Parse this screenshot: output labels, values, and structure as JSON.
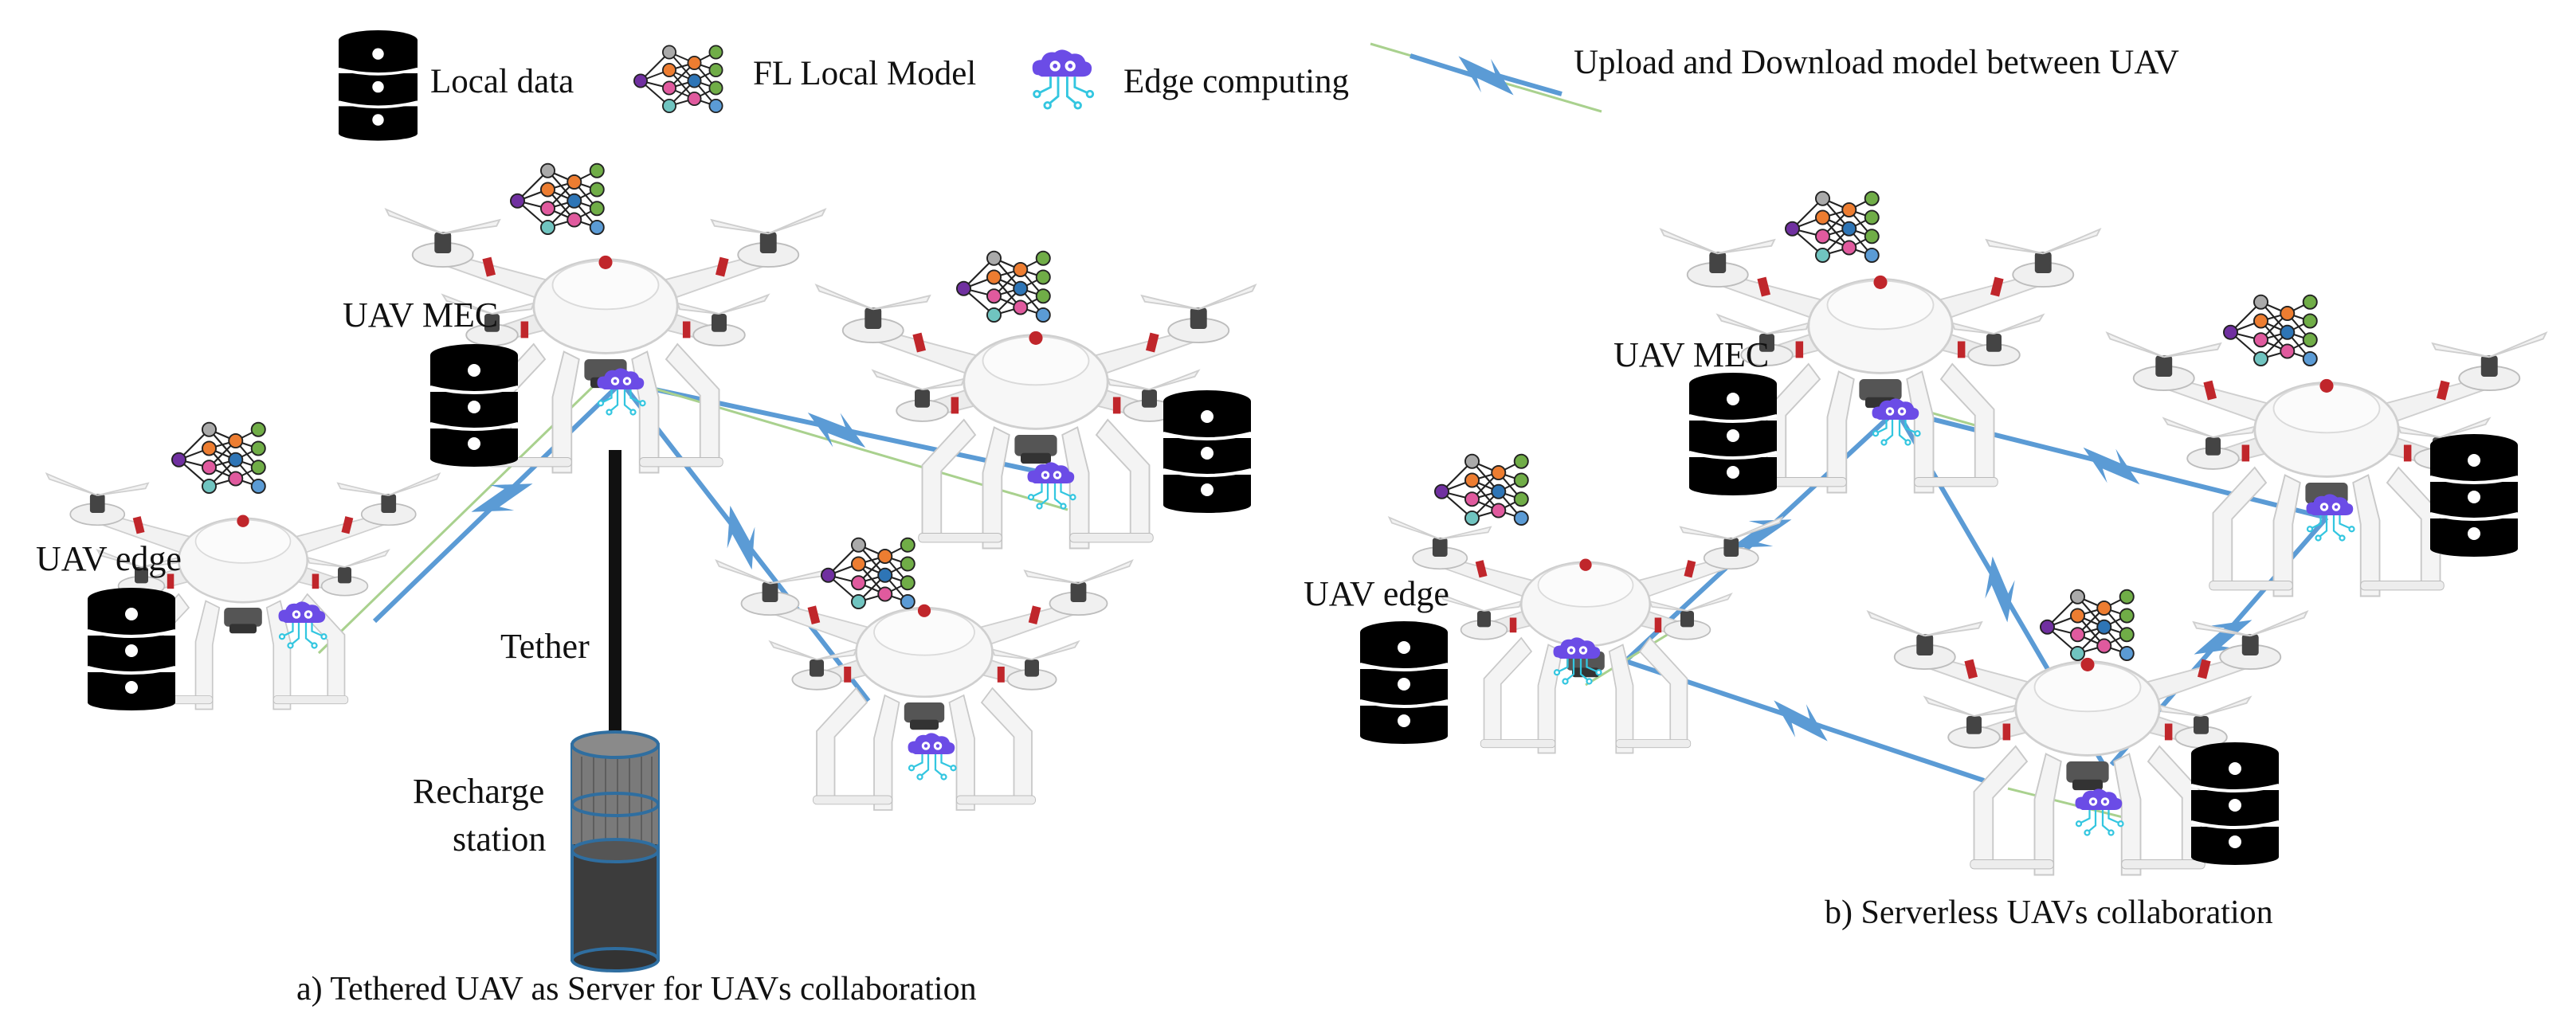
{
  "legend": {
    "local_data": "Local data",
    "fl_local_model": "FL Local Model",
    "edge_computing": "Edge computing",
    "upload_download": "Upload and Download model between UAV"
  },
  "panel_a": {
    "uav_mec": "UAV MEC",
    "uav_edge": "UAV edge",
    "tether": "Tether",
    "recharge_line1": "Recharge",
    "recharge_line2": "station",
    "caption": "a) Tethered UAV as  Server for  UAVs collaboration"
  },
  "panel_b": {
    "uav_mec": "UAV MEC",
    "uav_edge": "UAV edge",
    "caption": "b) Serverless UAVs collaboration"
  },
  "colors": {
    "link_blue": "#5b9bd5",
    "link_green": "#a9d18e",
    "drone_body": "#f3f3f3",
    "drone_accent": "#c0262b",
    "database": "#000000",
    "tether": "#111111",
    "station": "#3a3a3a"
  },
  "icons": [
    "database-icon",
    "neural-network-icon",
    "edge-computing-cloud-icon",
    "lightning-link-icon",
    "drone-icon",
    "recharge-station-icon"
  ]
}
